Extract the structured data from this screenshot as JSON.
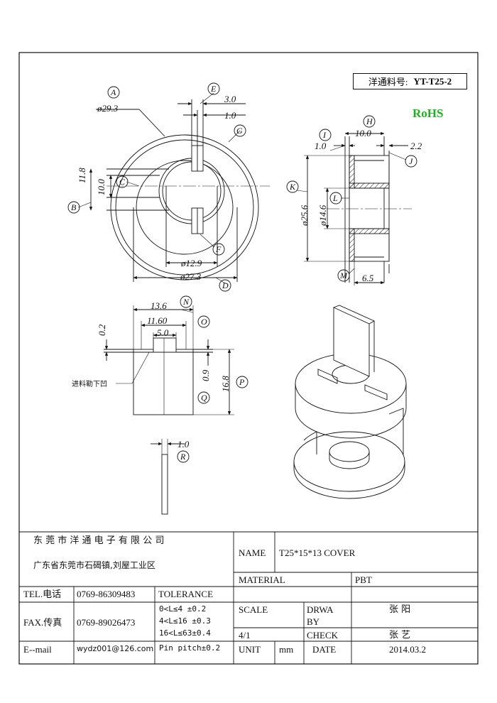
{
  "header": {
    "part_label": "洋通料号:",
    "part_no": "YT-T25-2",
    "rohs": "RoHS"
  },
  "drawing": {
    "top_view": {
      "dims": {
        "d_a": "ø29.3",
        "d_e": "3.0",
        "d_g": "1.0",
        "d_b": "11.8",
        "d_c": "10.0",
        "d_f": "ø12.9",
        "d_d": "ø27.3"
      },
      "letters": {
        "a": "A",
        "b": "B",
        "c": "C",
        "d": "D",
        "e": "E",
        "f": "F",
        "g": "G"
      }
    },
    "side_view": {
      "dims": {
        "d_h": "10.0",
        "d_i": "1.0",
        "d_j": "2.2",
        "d_k": "ø25.6",
        "d_l": "ø14.6",
        "d_m": "6.5"
      },
      "letters": {
        "h": "H",
        "i": "I",
        "j": "J",
        "k": "K",
        "l": "L",
        "m": "M"
      }
    },
    "front_view": {
      "dims": {
        "d_n": "13.6",
        "d_o": "11.60",
        "d_s": "5.0",
        "d_t": "0.2",
        "d_q": "0.9",
        "d_p": "16.8"
      },
      "letters": {
        "n": "N",
        "o": "O",
        "p": "P",
        "q": "Q"
      },
      "note": "进料勒下凹"
    },
    "pin_view": {
      "dims": {
        "d_r": "1.0"
      },
      "letters": {
        "r": "R"
      }
    }
  },
  "title_block": {
    "company": "东 莞 市 洋 通 电 子 有 限 公 司",
    "address": "广东省东莞市石碣镇,刘屋工业区",
    "name_label": "NAME",
    "name_value": "T25*15*13 COVER",
    "material_label": "MATERIAL",
    "material_value": "PBT",
    "tel_label": "TEL.电话",
    "tel_value": "0769-86309483",
    "tolerance_label": "TOLERANCE",
    "fax_label": "FAX.传真",
    "fax_value": "0769-89026473",
    "tol_1": "0<L≤4   ±0.2",
    "tol_2": "4<L≤16  ±0.3",
    "tol_3": "16<L≤63±0.4",
    "pin_pitch": "Pin pitch±0.2",
    "scale_label": "SCALE",
    "scale_value": "4/1",
    "drawn_label": "DRWA",
    "drawn_label_2": "BY",
    "drawn_value": "张 阳",
    "check_label": "CHECK",
    "check_value": "张 艺",
    "email_label": "E--mail",
    "email_value": "wydz001@126.com",
    "unit_label": "UNIT",
    "unit_value": "mm",
    "date_label": "DATE",
    "date_value": "2014.03.2"
  }
}
